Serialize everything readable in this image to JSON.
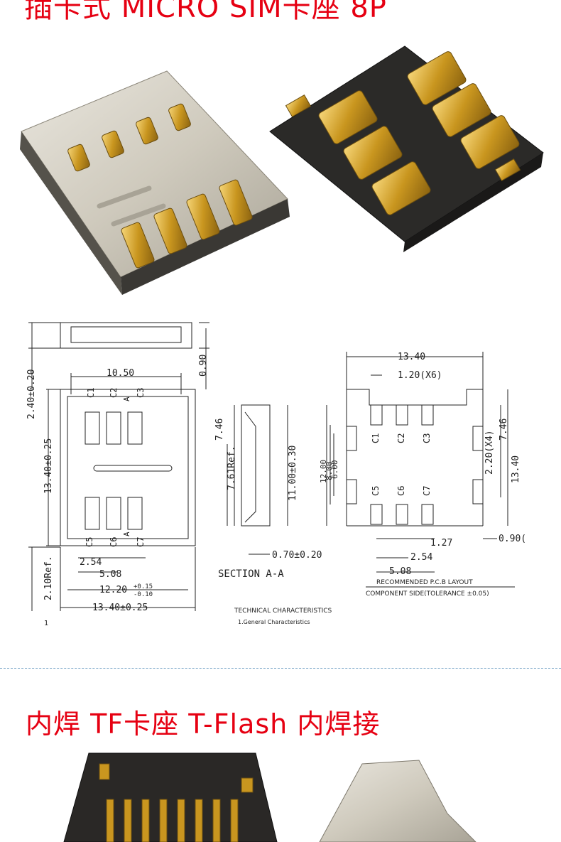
{
  "header": {
    "title": "插卡式 MICRO SIM卡座 8P"
  },
  "section2": {
    "title": "内焊 TF卡座 T-Flash 内焊接"
  },
  "colors": {
    "title_red": "#e60012",
    "divider": "#7aa6c8",
    "drawing_line": "#222222"
  },
  "drawing": {
    "dims_left": {
      "top_height": "2.40±0.20",
      "thickness": "0.90",
      "width_inner": "10.50",
      "height_main": "13.40±0.25",
      "ref_bottom": "2.10Ref.",
      "pitch": "2.54",
      "span": "5.08",
      "width_total": "12.20",
      "tol_plus": "+0.15",
      "tol_minus": "-0.10",
      "width_outer": "13.40±0.25"
    },
    "contacts": [
      "C1",
      "C2",
      "C3",
      "C5",
      "C6",
      "C7"
    ],
    "section_marker": "A",
    "section": {
      "d1": "7.46",
      "d2": "7.61Ref.",
      "d3": "11.00±0.30",
      "d4": "0.70±0.20",
      "label": "SECTION A-A"
    },
    "pcb": {
      "width": "13.40",
      "pad_width": "1.20(X6)",
      "left_a": "12.00",
      "left_b": "8.00",
      "left_c": "6.00",
      "right_a": "7.46",
      "right_b": "13.40",
      "side_pad": "2.20(X4)",
      "offset": "1.27",
      "pitch": "2.54",
      "span": "5.08",
      "edge": "0.90(",
      "caption1": "RECOMMENDED P.C.B LAYOUT",
      "caption2": "COMPONENT SIDE(TOLERANCE ±0.05)"
    },
    "notes": {
      "tech": "TECHNICAL CHARACTERISTICS",
      "general": "1.General Characteristics",
      "mark": "1"
    }
  }
}
